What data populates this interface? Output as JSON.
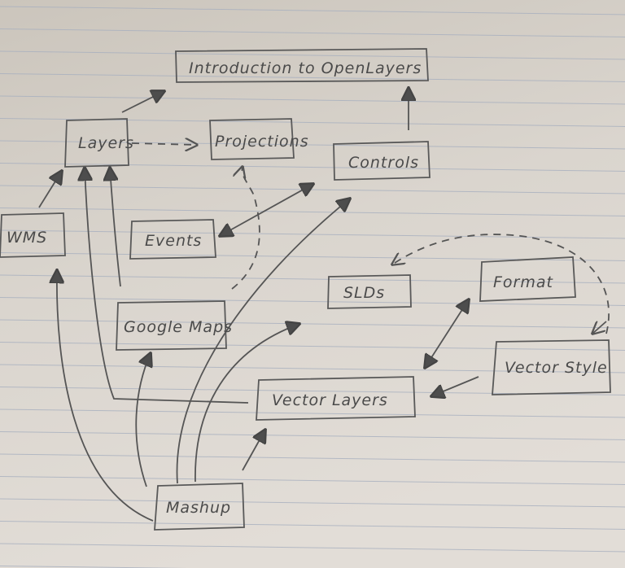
{
  "title": "Introduction to OpenLayers",
  "nodes": {
    "intro": "Introduction to OpenLayers",
    "layers": "Layers",
    "projections": "Projections",
    "controls": "Controls",
    "wms": "WMS",
    "events": "Events",
    "slds": "SLDs",
    "format": "Format",
    "google_maps": "Google Maps",
    "vector_style": "Vector Style",
    "vector_layers": "Vector Layers",
    "mashup": "Mashup"
  },
  "colors": {
    "paper": "#d6d1c9",
    "rule": "#a8b0bf",
    "pencil": "#555555"
  }
}
